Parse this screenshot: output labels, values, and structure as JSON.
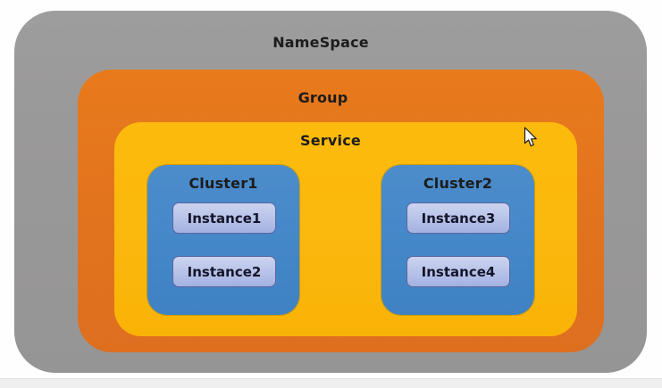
{
  "diagram": {
    "namespace": {
      "label": "NameSpace"
    },
    "group": {
      "label": "Group"
    },
    "service": {
      "label": "Service"
    },
    "clusters": [
      {
        "label": "Cluster1",
        "instances": [
          {
            "label": "Instance1"
          },
          {
            "label": "Instance2"
          }
        ]
      },
      {
        "label": "Cluster2",
        "instances": [
          {
            "label": "Instance3"
          },
          {
            "label": "Instance4"
          }
        ]
      }
    ]
  },
  "icons": {
    "cursor": "mouse-pointer-icon"
  },
  "colors": {
    "page-bg": "#fefefe",
    "namespace-fill": "#9a9999",
    "group-fill": "#e2731e",
    "service-fill": "#fbb70d",
    "cluster-fill": "#4487c8",
    "instance-fill-top": "#ccd4ef",
    "instance-fill-bottom": "#a3b2e2",
    "instance-border": "#5b66a0",
    "label-color": "#1c1c1c",
    "bottom-strip": "#efeff0"
  }
}
